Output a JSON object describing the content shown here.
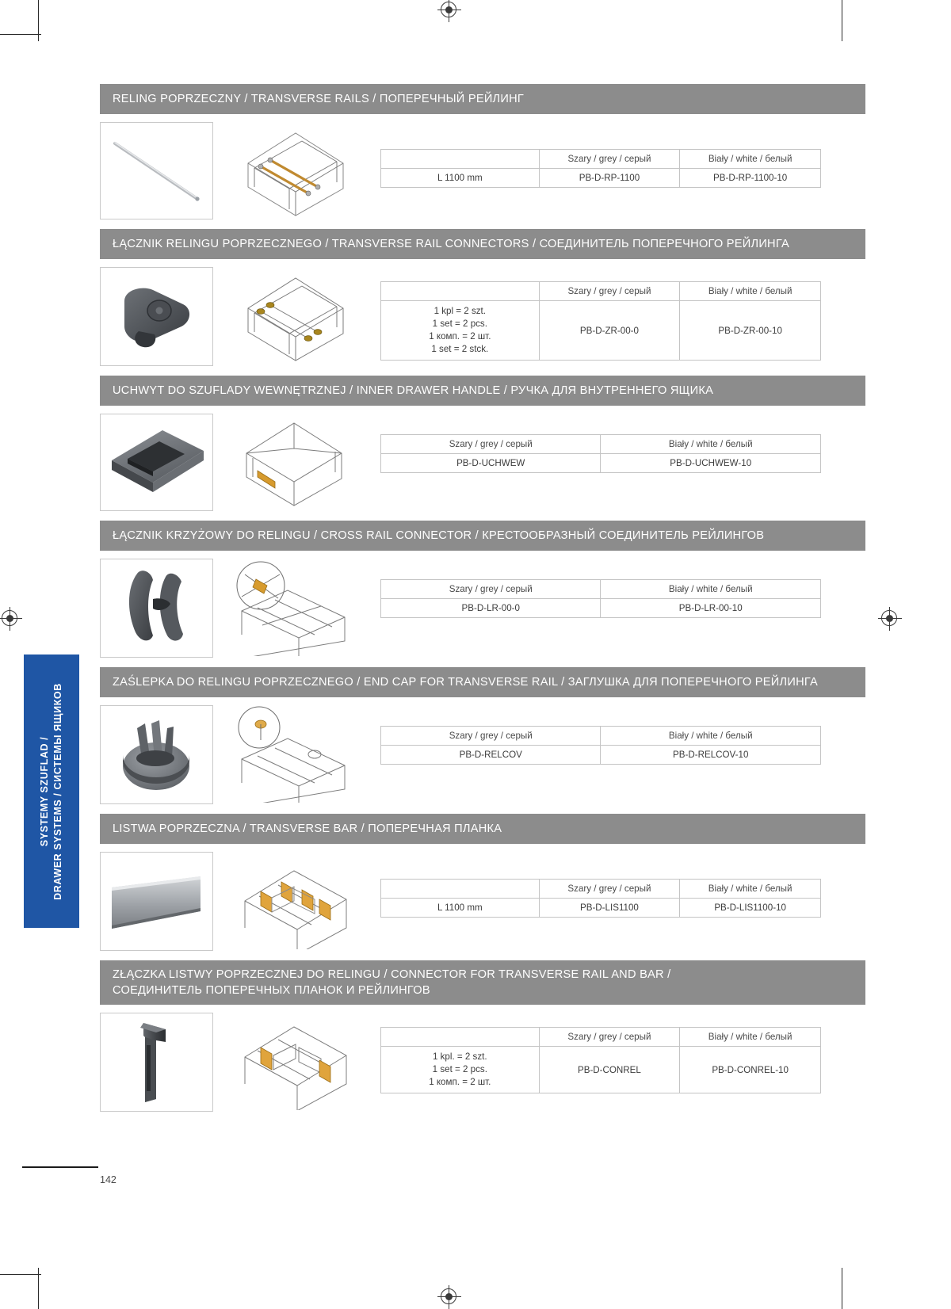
{
  "document": {
    "page_number": "142",
    "side_tab_line1": "SYSTEMY SZUFLAD /",
    "side_tab_line2": "DRAWER SYSTEMS / СИСТЕМЫ ЯЩИКОВ",
    "accent_blue": "#1f56a5",
    "header_grey": "#8c8c8c"
  },
  "table_headers": {
    "grey": "Szary / grey / серый",
    "white": "Biały / white / белый",
    "blank": ""
  },
  "sections": [
    {
      "id": "transverse-rails",
      "title": "RELING POPRZECZNY / TRANSVERSE RAILS / ПОПЕРЕЧНЫЙ РЕЙЛИНГ",
      "title_line2": "",
      "has_desc_column": true,
      "rows": [
        {
          "desc": "L 1100 mm",
          "grey": "PB-D-RP-1100",
          "white": "PB-D-RP-1100-10"
        }
      ]
    },
    {
      "id": "transverse-rail-connectors",
      "title": "ŁĄCZNIK RELINGU POPRZECZNEGO / TRANSVERSE RAIL CONNECTORS / СОЕДИНИТЕЛЬ ПОПЕРЕЧНОГО РЕЙЛИНГА",
      "title_line2": "",
      "has_desc_column": true,
      "rows": [
        {
          "desc": "1 kpl = 2 szt.\n1 set = 2 pcs.\n1 комп. = 2 шт.\n1 set = 2 stck.",
          "grey": "PB-D-ZR-00-0",
          "white": "PB-D-ZR-00-10"
        }
      ]
    },
    {
      "id": "inner-drawer-handle",
      "title": "UCHWYT DO SZUFLADY WEWNĘTRZNEJ / INNER DRAWER HANDLE / РУЧКА ДЛЯ ВНУТРЕННЕГО ЯЩИКА",
      "title_line2": "",
      "has_desc_column": false,
      "rows": [
        {
          "desc": "",
          "grey": "PB-D-UCHWEW",
          "white": "PB-D-UCHWEW-10"
        }
      ]
    },
    {
      "id": "cross-rail-connector",
      "title": "ŁĄCZNIK KRZYŻOWY DO RELINGU / CROSS RAIL CONNECTOR / КРЕСТООБРАЗНЫЙ СОЕДИНИТЕЛЬ РЕЙЛИНГОВ",
      "title_line2": "",
      "has_desc_column": false,
      "rows": [
        {
          "desc": "",
          "grey": "PB-D-LR-00-0",
          "white": "PB-D-LR-00-10"
        }
      ]
    },
    {
      "id": "end-cap-transverse-rail",
      "title": "ZAŚLEPKA DO RELINGU POPRZECZNEGO / END CAP FOR TRANSVERSE RAIL / ЗАГЛУШКА ДЛЯ ПОПЕРЕЧНОГО РЕЙЛИНГА",
      "title_line2": "",
      "has_desc_column": false,
      "rows": [
        {
          "desc": "",
          "grey": "PB-D-RELCOV",
          "white": "PB-D-RELCOV-10"
        }
      ]
    },
    {
      "id": "transverse-bar",
      "title": "LISTWA POPRZECZNA / TRANSVERSE BAR / ПОПЕРЕЧНАЯ ПЛАНКА",
      "title_line2": "",
      "has_desc_column": true,
      "rows": [
        {
          "desc": "L 1100 mm",
          "grey": "PB-D-LIS1100",
          "white": "PB-D-LIS1100-10"
        }
      ]
    },
    {
      "id": "connector-rail-and-bar",
      "title": "ZŁĄCZKA LISTWY POPRZECZNEJ DO RELINGU / CONNECTOR FOR TRANSVERSE RAIL AND BAR /",
      "title_line2": "СОЕДИНИТЕЛЬ ПОПЕРЕЧНЫХ ПЛАНОК И РЕЙЛИНГОВ",
      "has_desc_column": true,
      "rows": [
        {
          "desc": "1 kpl. = 2 szt.\n1 set = 2 pcs.\n1 комп. = 2 шт.",
          "grey": "PB-D-CONREL",
          "white": "PB-D-CONREL-10"
        }
      ]
    }
  ]
}
